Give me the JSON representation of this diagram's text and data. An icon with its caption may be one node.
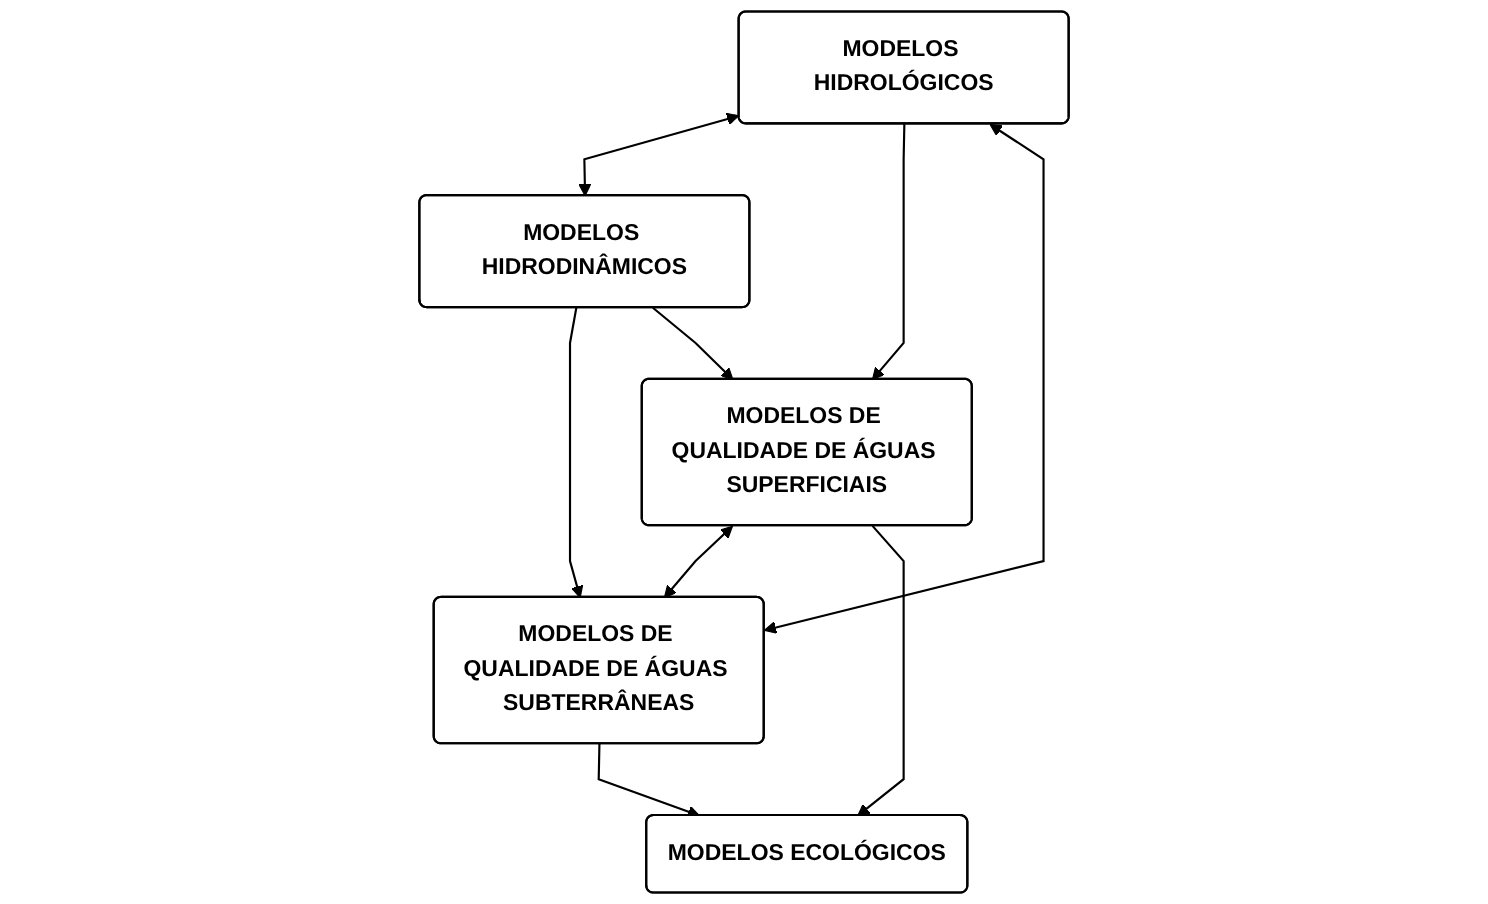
{
  "diagram": {
    "nodes": [
      {
        "text": [
          "MODELOS HIDROLÓGICOS"
        ]
      },
      {
        "text": [
          "MODELOS HIDRODINÂMICOS"
        ]
      },
      {
        "text": [
          "MODELOS DE QUALIDADE DE ÁGUAS SUPERFICIAIS"
        ]
      },
      {
        "text": [
          "MODELOS DE QUALIDADE DE ÁGUAS SUBTERRÂNEAS"
        ]
      },
      {
        "text": [
          "MODELOS ECOLÓGICOS"
        ]
      }
    ],
    "edges": [
      {
        "from": 0,
        "to": 1,
        "arrow": "both"
      },
      {
        "from": 0,
        "to": 2,
        "arrow": "to"
      },
      {
        "from": 1,
        "to": 3,
        "arrow": "to"
      },
      {
        "from": 0,
        "to": 3,
        "arrow": "both"
      },
      {
        "from": 1,
        "to": 2,
        "arrow": "to"
      },
      {
        "from": 2,
        "to": 3,
        "arrow": "both"
      },
      {
        "from": 2,
        "to": 4,
        "arrow": "to"
      },
      {
        "from": 3,
        "to": 4,
        "arrow": "to"
      }
    ]
  }
}
